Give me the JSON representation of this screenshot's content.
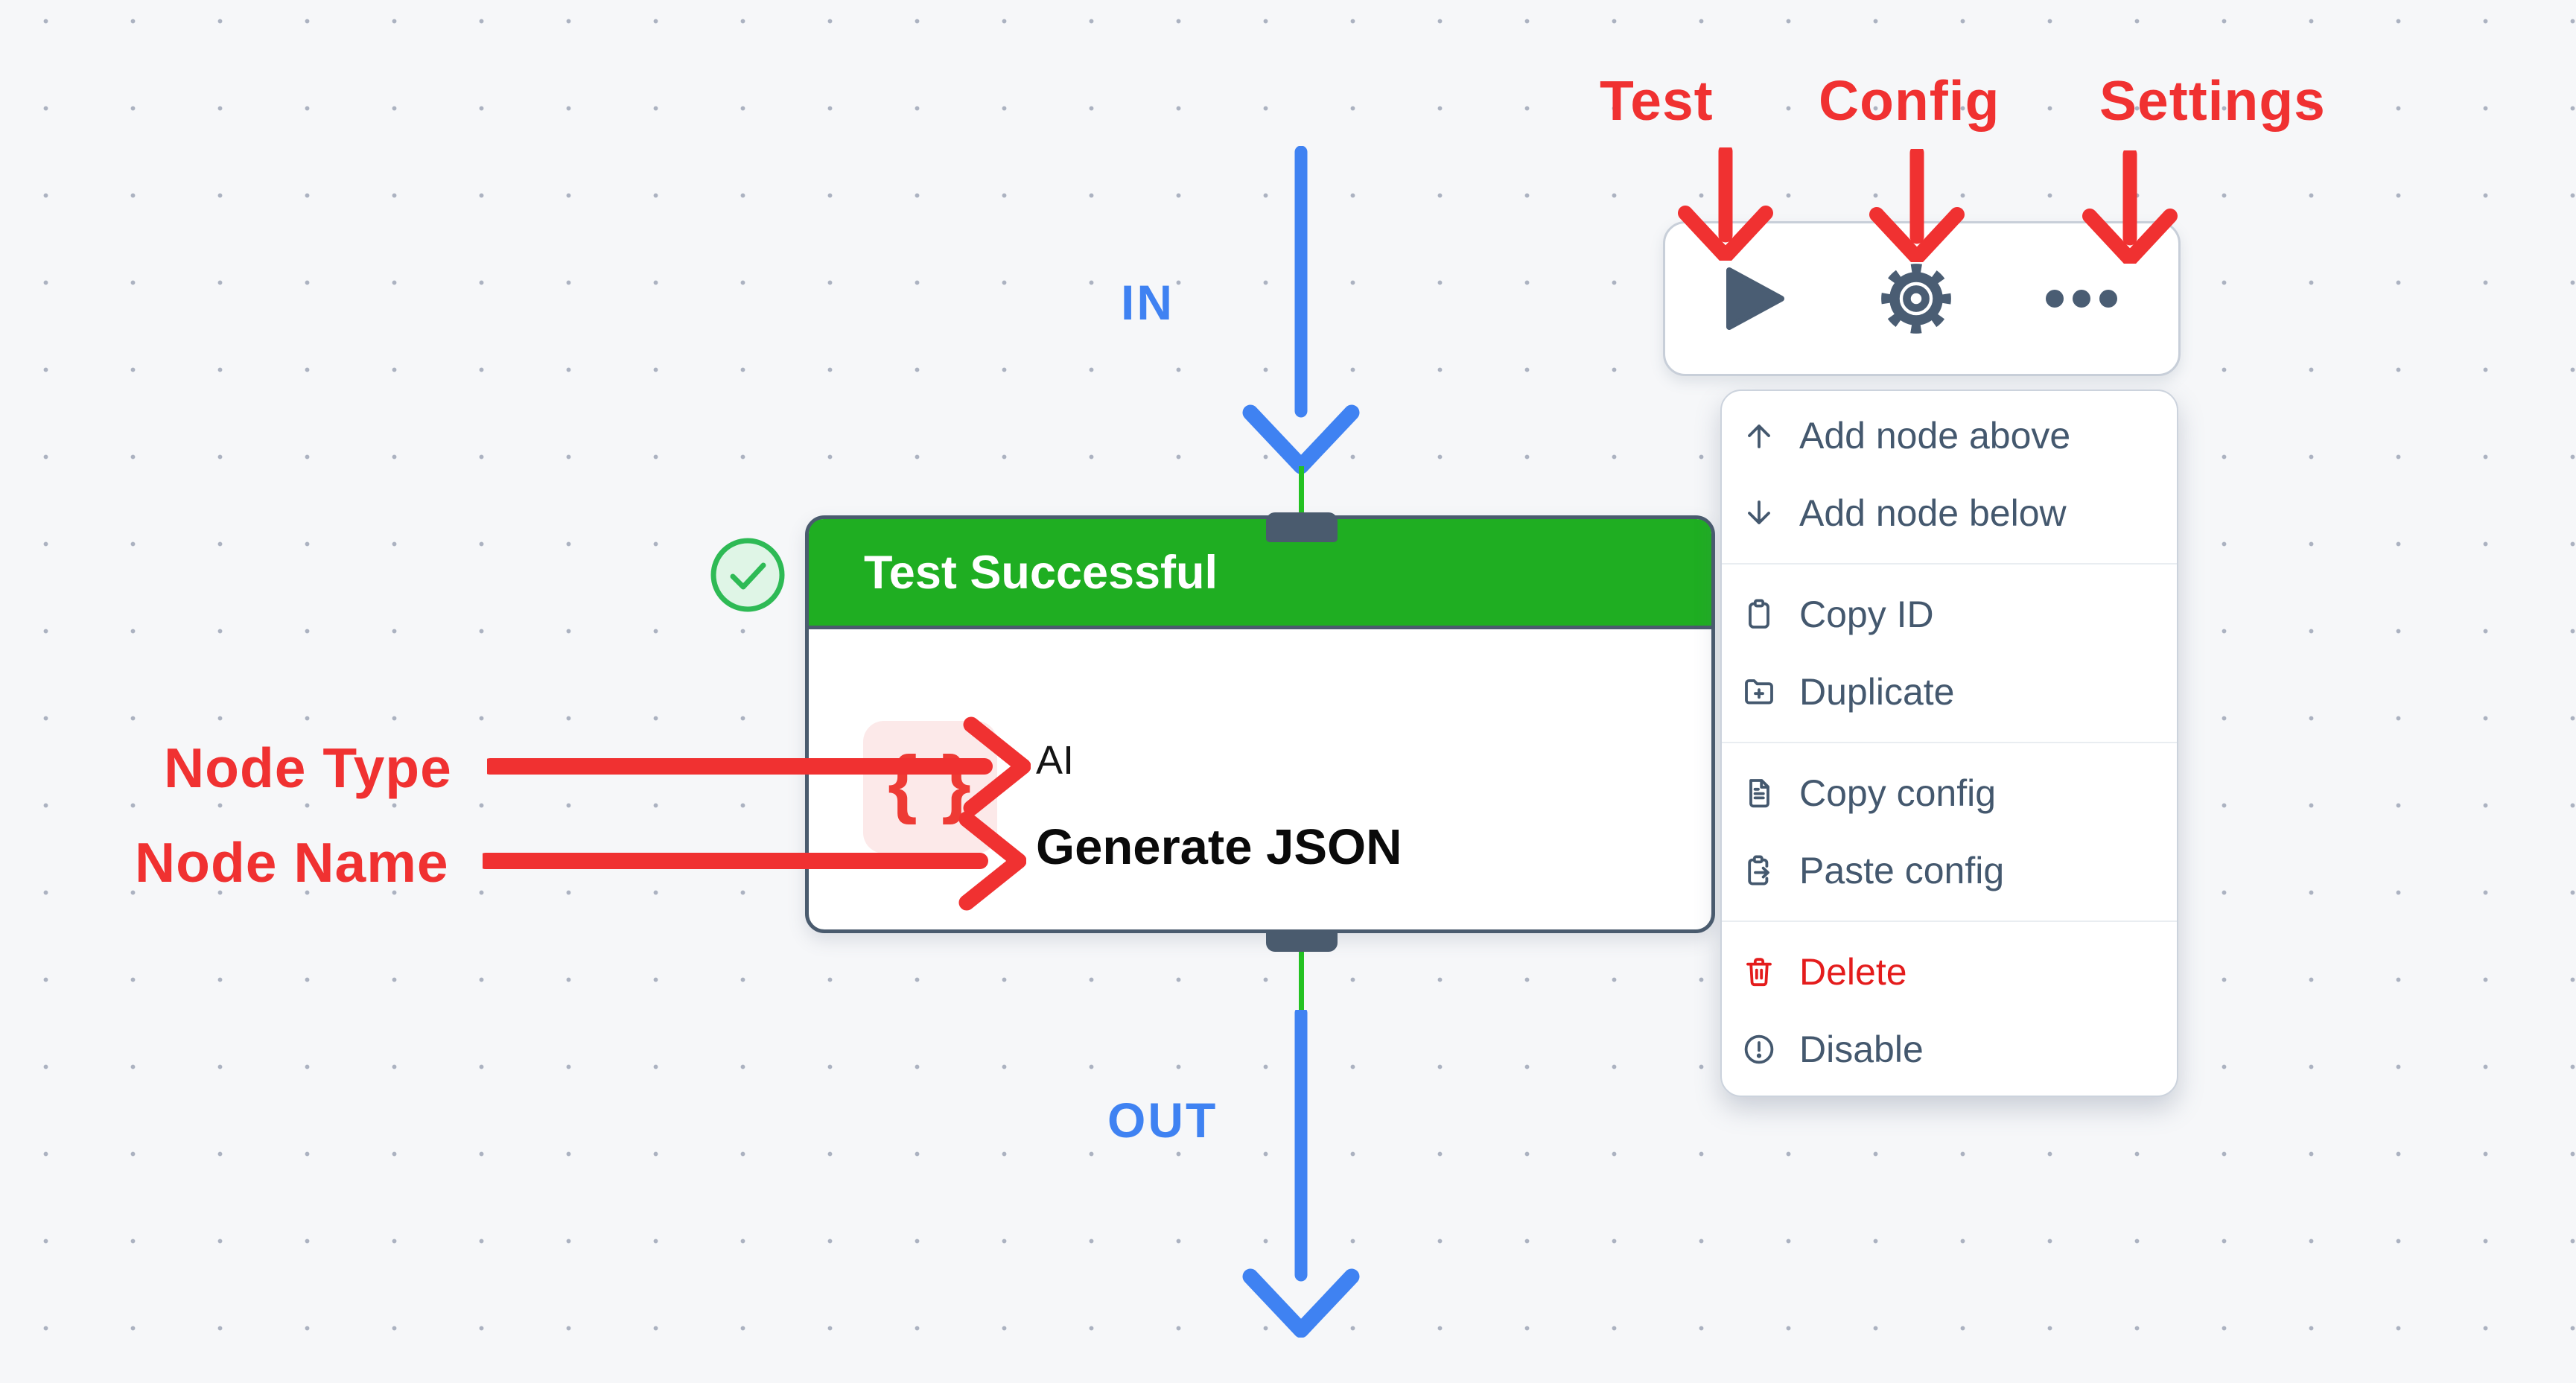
{
  "annotations": {
    "color": "#f03131",
    "toolbar_labels": [
      {
        "label": "Test",
        "target": "test-run-button"
      },
      {
        "label": "Config",
        "target": "config-button"
      },
      {
        "label": "Settings",
        "target": "settings-button"
      }
    ],
    "node_labels": [
      {
        "label": "Node Type",
        "target": "node-type"
      },
      {
        "label": "Node Name",
        "target": "node-name"
      }
    ]
  },
  "flow": {
    "in_label": "IN",
    "out_label": "OUT",
    "edge_color": "#3f82f2",
    "stem_color": "#24c222"
  },
  "node": {
    "status_banner": "Test Successful",
    "status_color": "#1fae22",
    "type_label": "AI",
    "name": "Generate JSON",
    "type_icon": "curly-braces-icon",
    "type_icon_glyph": "{ }",
    "type_icon_color": "#ee3a34",
    "type_icon_bg": "#fce9e9",
    "status_icon": "check-circle-icon"
  },
  "toolbar": {
    "buttons": [
      {
        "name": "test-run-button",
        "icon": "play-icon"
      },
      {
        "name": "config-button",
        "icon": "gear-icon"
      },
      {
        "name": "settings-button",
        "icon": "ellipsis-icon"
      }
    ]
  },
  "menu": {
    "items": [
      {
        "label": "Add node above",
        "icon": "arrow-up-icon"
      },
      {
        "label": "Add node below",
        "icon": "arrow-down-icon"
      },
      {
        "label": "Copy ID",
        "icon": "clipboard-icon"
      },
      {
        "label": "Duplicate",
        "icon": "folder-plus-icon"
      },
      {
        "label": "Copy config",
        "icon": "file-lines-icon"
      },
      {
        "label": "Paste config",
        "icon": "clipboard-arrow-right-icon"
      },
      {
        "label": "Delete",
        "icon": "trash-icon",
        "danger": true
      },
      {
        "label": "Disable",
        "icon": "circle-exclamation-icon"
      }
    ]
  },
  "colors": {
    "background": "#f6f7f9",
    "grid_dot": "#6e7b94",
    "card_border": "#4a5b6e",
    "header_green": "#1fae22",
    "stem_green": "#24c222",
    "check_green": "#2eba55",
    "edge_blue": "#3f82f2",
    "annotation_red": "#f03131",
    "danger_red": "#e41c1c",
    "icon_slate": "#4a5d73",
    "menu_text": "#44586e"
  }
}
